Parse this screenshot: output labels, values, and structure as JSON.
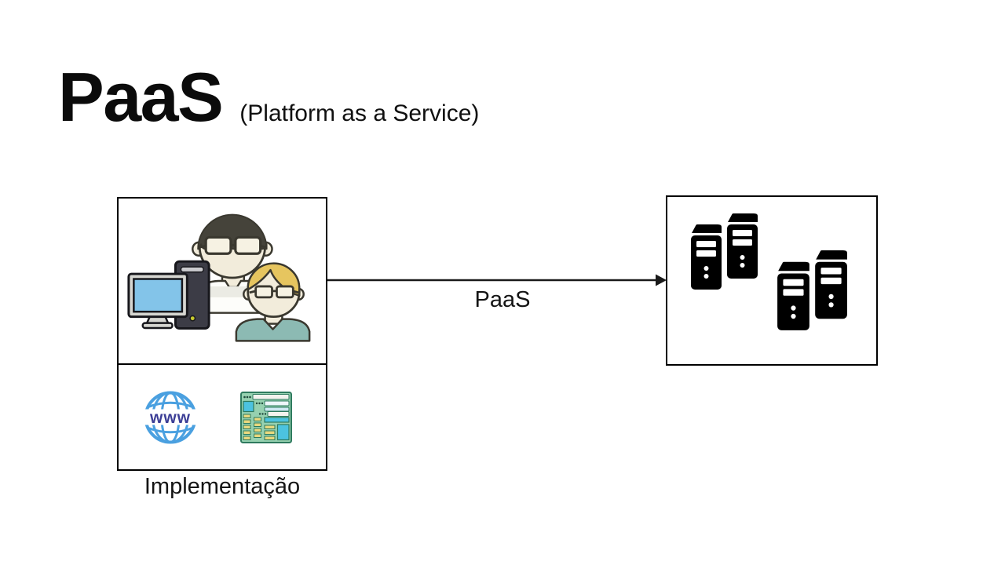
{
  "slide": {
    "title": "PaaS",
    "subtitle": "(Platform as a Service)"
  },
  "diagram": {
    "source_label": "Implementação",
    "arrow_label": "PaaS",
    "globe_text": "www"
  },
  "icons": {
    "left_top": "developers-at-computer-icon",
    "left_bottom_1": "www-globe-icon",
    "left_bottom_2": "webpage-layout-icon",
    "right": "server-pair-icon"
  },
  "colors": {
    "background": "#ffffff",
    "ink": "#111111",
    "box_border": "#000000",
    "globe_blue": "#4aa0e0",
    "globe_text_blue": "#3c3e96",
    "monitor_screen_blue": "#83c4e9",
    "tower_gray": "#3c3c46",
    "shirt_teal": "#8cbab3",
    "shirt_white": "#fdfdfa",
    "hair_blonde": "#e6c55f",
    "hair_dark": "#45433a",
    "skin": "#f2ecdb",
    "webpage_green": "#96d1b0",
    "webpage_border_green": "#2e7a5e",
    "webpage_cyan": "#4cc3e0",
    "webpage_yellow": "#e8d87e",
    "server_black": "#000000"
  }
}
